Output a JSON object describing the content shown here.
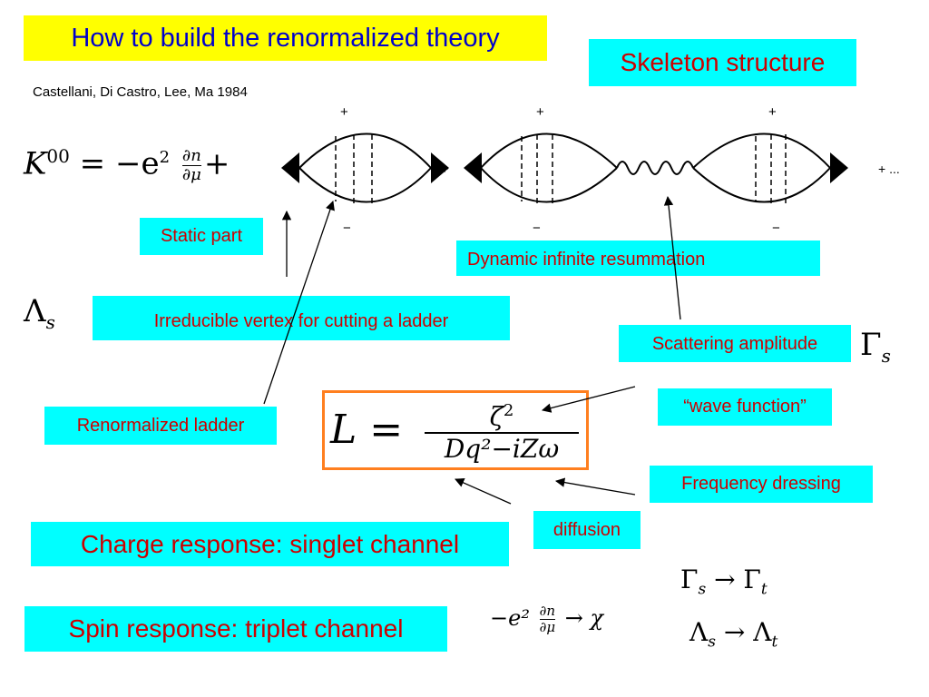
{
  "title": "How to build the renormalized theory",
  "reference": "Castellani, Di Castro, Lee, Ma 1984",
  "labels": {
    "skeleton": "Skeleton structure",
    "static": "Static part",
    "dynamic": "Dynamic infinite resummation",
    "irreducible": "Irreducible vertex for cutting a ladder",
    "scattering": "Scattering amplitude",
    "wave": "“wave function”",
    "renormalized_ladder": "Renormalized ladder",
    "frequency": "Frequency dressing",
    "diffusion": "diffusion",
    "charge": "Charge response: singlet channel",
    "spin": "Spin response: triplet channel"
  },
  "equations": {
    "k00_lhs": "K",
    "k00_sup": "00",
    "k00_eq": "= −e",
    "k00_sq": "2",
    "frac_num": "∂n",
    "frac_den": "∂μ",
    "k00_plus": "+",
    "lambda_s": "Λ",
    "lambda_sub": "s",
    "gamma_s": "Γ",
    "gamma_sub": "s",
    "L_lhs": "L =",
    "L_num": "ζ",
    "L_num_sup": "2",
    "L_den": "Dq²−iZω",
    "chi_lhs": "−e²",
    "chi_arrow": "→ χ",
    "gamma_map": "Γ",
    "gamma_map_s": "s",
    "gamma_map_arrow": " → Γ",
    "gamma_map_t": "t",
    "lambda_map": "Λ",
    "lambda_map_s": "s",
    "lambda_map_arrow": " → Λ",
    "lambda_map_t": "t"
  },
  "diagram_marks": {
    "plus": "+",
    "minus": "−",
    "trailing": "+ ..."
  },
  "colors": {
    "label_bg": "#00ffff",
    "label_text": "#cc0000",
    "title_bg": "#ffff00",
    "title_text": "#0000cc",
    "box_border": "#ff7f1f"
  }
}
